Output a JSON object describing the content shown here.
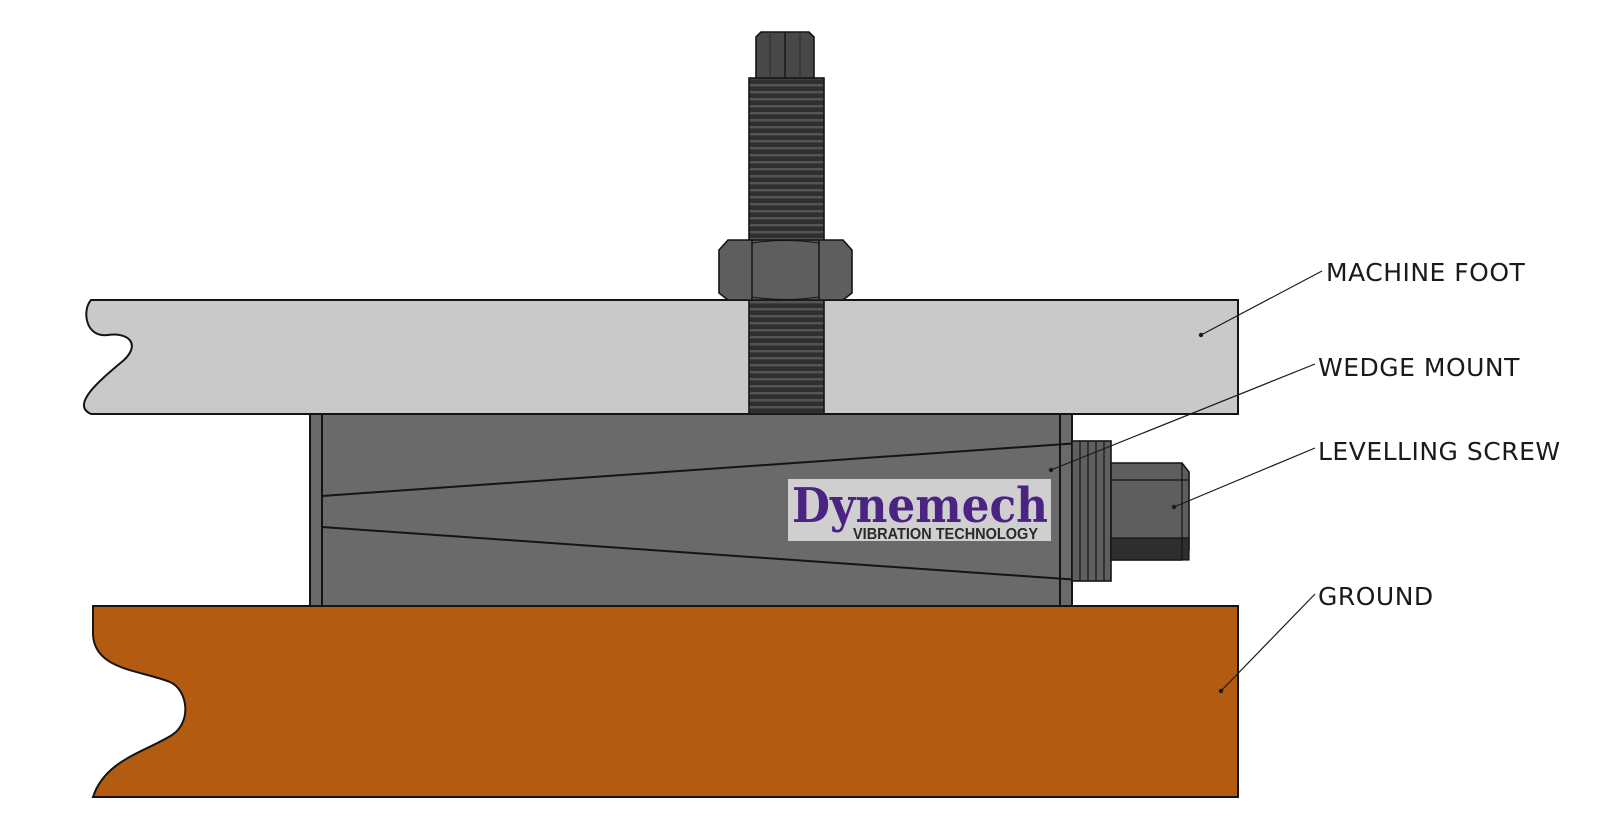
{
  "labels": {
    "machine_foot": "MACHINE FOOT",
    "wedge_mount": "WEDGE MOUNT",
    "levelling_screw": "LEVELLING SCREW",
    "ground": "GROUND"
  },
  "logo": {
    "brand": "Dynemech",
    "tagline": "VIBRATION TECHNOLOGY"
  },
  "colors": {
    "ground": "#b35b10",
    "machine_foot": "#c9c9c9",
    "wedge": "#6a6a6a",
    "bolt": "#3c3c3c",
    "nut": "#5e5e5e",
    "logo_bg": "#cfcfcf",
    "logo_text": "#4a2383",
    "outline": "#141414"
  }
}
